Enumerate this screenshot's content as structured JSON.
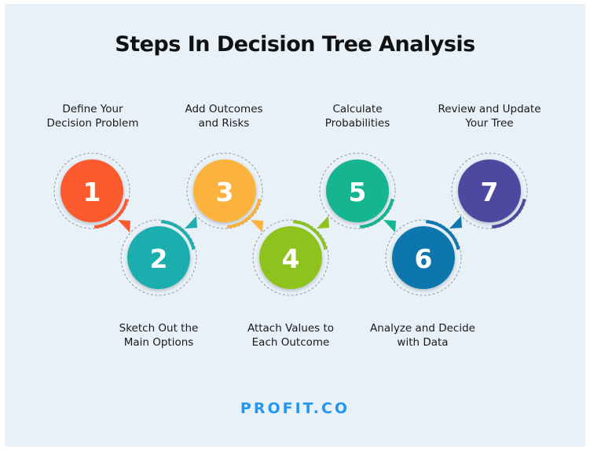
{
  "title": "Steps In Decision Tree Analysis",
  "steps": [
    {
      "number": "1",
      "line1": "Define Your",
      "line2": "Decision Problem",
      "color": "#fb5a2e"
    },
    {
      "number": "2",
      "line1": "Sketch Out the",
      "line2": "Main Options",
      "color": "#1eaeae"
    },
    {
      "number": "3",
      "line1": "Add Outcomes",
      "line2": "and Risks",
      "color": "#fbb33d"
    },
    {
      "number": "4",
      "line1": "Attach Values to",
      "line2": "Each Outcome",
      "color": "#8dc31e"
    },
    {
      "number": "5",
      "line1": "Calculate",
      "line2": "Probabilities",
      "color": "#14b591"
    },
    {
      "number": "6",
      "line1": "Analyze and Decide",
      "line2": "with Data",
      "color": "#0e77ad"
    },
    {
      "number": "7",
      "line1": "Review and Update",
      "line2": "Your Tree",
      "color": "#4d4aa1"
    }
  ],
  "logo": "PROFIT.CO"
}
